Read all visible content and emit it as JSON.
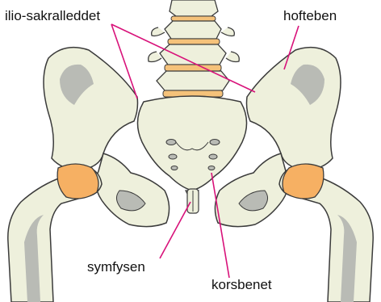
{
  "labels": {
    "ilio_sakralleddet": "ilio-sakralleddet",
    "hofteben": "hofteben",
    "symfysen": "symfysen",
    "korsbenet": "korsbenet"
  },
  "colors": {
    "bone": "#eef0dc",
    "bone_outline": "#3b3b3b",
    "bone_shade": "#b9bbb5",
    "disc": "#f5c27a",
    "joint_cartilage": "#f6b063",
    "leader_line": "#d8127a"
  }
}
